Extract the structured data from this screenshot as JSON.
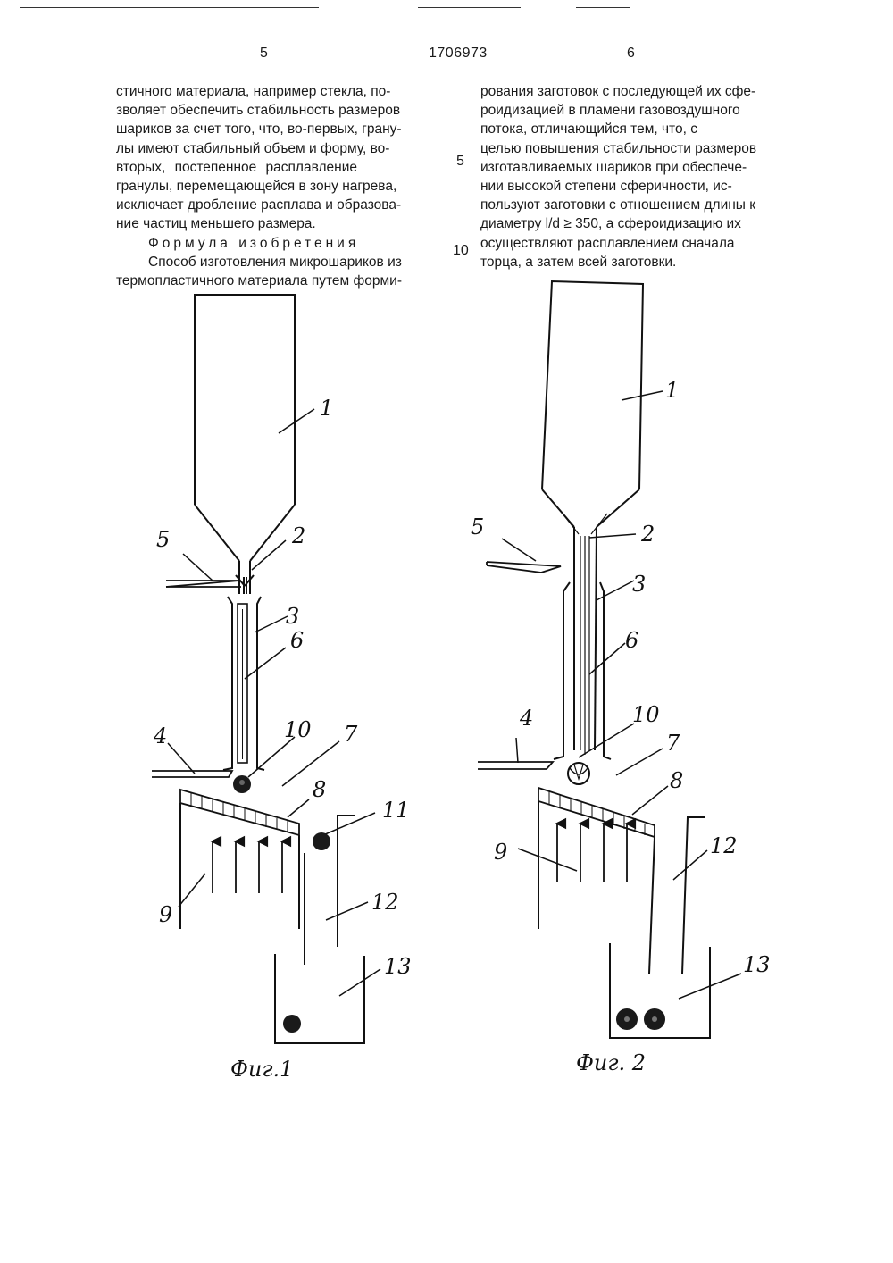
{
  "header": {
    "page_left": "5",
    "patent_number": "1706973",
    "page_right": "6"
  },
  "left_column": [
    "стичного материала, например стекла, по-",
    "зволяет обеспечить стабильность размеров",
    "шариков за счет того, что, во-первых, грану-",
    "лы имеют стабильный объем и форму, во-",
    "вторых,  постепенное  расплавление",
    "гранулы, перемещающейся в зону нагрева,",
    "исключает дробление расплава и образова-",
    "ние частиц меньшего размера."
  ],
  "formula_heading": "Формула изобретения",
  "formula_lines": [
    "Способ изготовления микрошариков из",
    "термопластичного материала путем форми-"
  ],
  "right_column": [
    "рования заготовок с последующей их сфе-",
    "роидизацией в пламени газовоздушного",
    "потока, отличающийся тем, что, с",
    "целью повышения стабильности размеров",
    "изготавливаемых шариков при обеспече-",
    "нии высокой степени сферичности, ис-",
    "пользуют заготовки с отношением длины к",
    "диаметру l/d ≥ 350, а сфероидизацию их",
    "осуществляют расплавлением сначала",
    "торца, а затем всей заготовки."
  ],
  "line_numbers": [
    "5",
    "10"
  ],
  "figure_1": {
    "caption": "Фиг.1",
    "labels": [
      "1",
      "2",
      "3",
      "4",
      "5",
      "6",
      "7",
      "8",
      "9",
      "10",
      "11",
      "12",
      "13"
    ]
  },
  "figure_2": {
    "caption": "Фиг. 2",
    "labels": [
      "1",
      "2",
      "3",
      "4",
      "5",
      "6",
      "7",
      "8",
      "9",
      "10",
      "12",
      "13"
    ]
  }
}
